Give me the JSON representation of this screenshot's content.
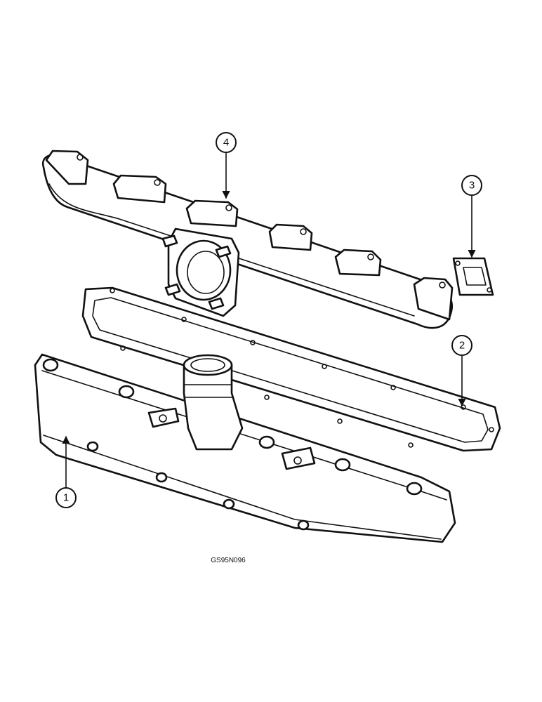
{
  "callouts": [
    {
      "id": "callout-1",
      "label": "1"
    },
    {
      "id": "callout-2",
      "label": "2"
    },
    {
      "id": "callout-3",
      "label": "3"
    },
    {
      "id": "callout-4",
      "label": "4"
    }
  ],
  "figure_code": "GS95N096"
}
